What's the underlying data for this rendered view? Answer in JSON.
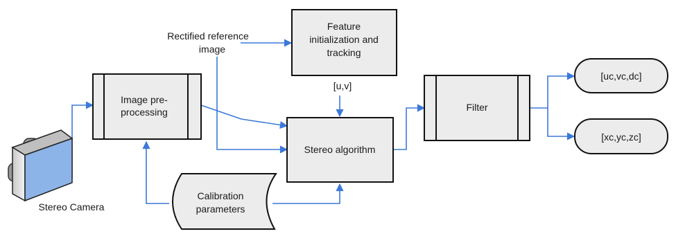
{
  "diagram": {
    "camera": {
      "label": "Stereo Camera",
      "icon": "stereo-camera-icon",
      "face_color": "#8db4e8"
    },
    "rectified_reference": {
      "line1": "Rectified reference",
      "line2": "image"
    },
    "preprocessing": {
      "line1": "Image pre-",
      "line2": "processing"
    },
    "feature": {
      "line1": "Feature",
      "line2": "initialization and",
      "line3": "tracking"
    },
    "uv_label": "[u,v]",
    "stereo": {
      "label": "Stereo algorithm"
    },
    "calibration": {
      "line1": "Calibration",
      "line2": "parameters"
    },
    "filter": {
      "label": "Filter"
    },
    "output_pixel": {
      "label": "[uc,vc,dc]"
    },
    "output_world": {
      "label": "[xc,yc,zc]"
    },
    "colors": {
      "arrow": "#3b78d8",
      "box_fill": "#ececec",
      "outline": "#111111"
    }
  }
}
